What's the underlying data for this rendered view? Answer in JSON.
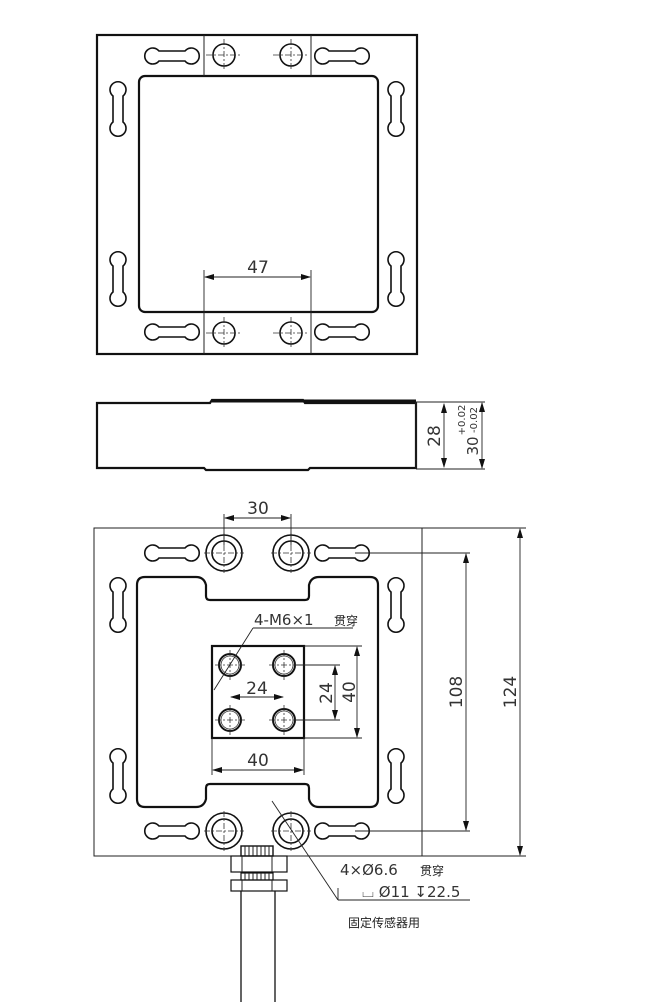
{
  "drawing": {
    "top_view": {
      "dim_hole_spacing": "47"
    },
    "side_view": {
      "dim_inner_height": "28",
      "dim_total_height": "30",
      "tol_upper": "+0.02",
      "tol_lower": "-0.02"
    },
    "bottom_view": {
      "dim_top_hole_spacing": "30",
      "thread_callout": "4-M6×1",
      "thread_callout_note": "贯穿",
      "dim_block_hole_spacing_h": "24",
      "dim_block_hole_spacing_v": "24",
      "dim_block_height": "40",
      "dim_block_width": "40",
      "dim_inner_span": "108",
      "dim_outer_span": "124",
      "hole_callout": "4×Ø6.6",
      "hole_callout_note": "贯穿",
      "counterbore_callout": "⌴ Ø11 ↧22.5",
      "purpose_note": "固定传感器用"
    }
  }
}
